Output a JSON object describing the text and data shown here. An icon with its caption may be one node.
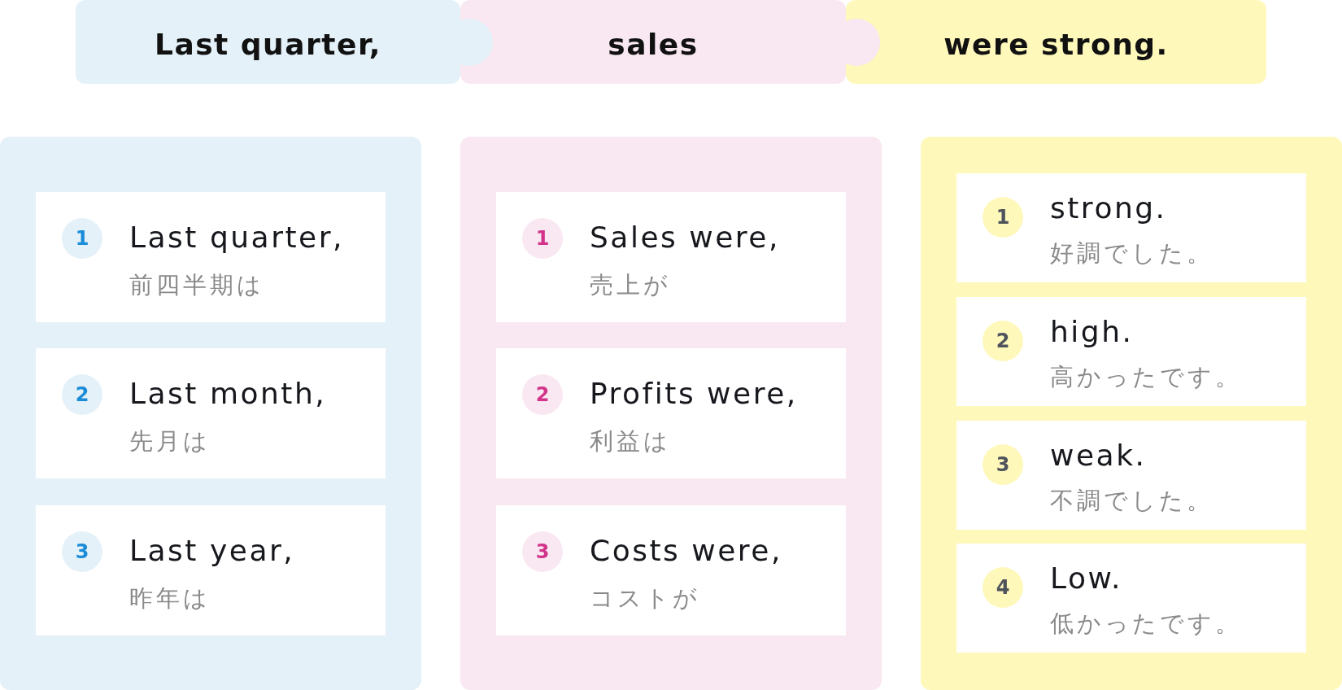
{
  "diagram": {
    "nodes": [
      {
        "text": [
          "Last quarter,"
        ]
      },
      {
        "text": [
          "sales"
        ]
      },
      {
        "text": [
          "were strong."
        ]
      },
      {
        "text": [],
        "shape": "box"
      },
      {
        "text": [
          "1",
          "Last quarter,",
          "前四半期は"
        ],
        "in": 3
      },
      {
        "text": [
          "2",
          "Last month,",
          "先月は"
        ],
        "in": 3
      },
      {
        "text": [
          "3",
          "Last year,",
          "昨年は"
        ],
        "in": 3
      },
      {
        "text": [],
        "shape": "box"
      },
      {
        "text": [
          "1",
          "Sales were,",
          "売上が"
        ],
        "in": 7
      },
      {
        "text": [
          "2",
          "Profits were,",
          "利益は"
        ],
        "in": 7
      },
      {
        "text": [
          "3",
          "Costs were,",
          "コストが"
        ],
        "in": 7
      },
      {
        "text": [],
        "shape": "box"
      },
      {
        "text": [
          "1",
          "strong.",
          "好調でした。"
        ],
        "in": 11
      },
      {
        "text": [
          "2",
          "high.",
          "高かったです。"
        ],
        "in": 11
      },
      {
        "text": [
          "3",
          "weak.",
          "不調でした。"
        ],
        "in": 11
      },
      {
        "text": [
          "4",
          "Low.",
          "低かったです。"
        ],
        "in": 11
      }
    ]
  }
}
